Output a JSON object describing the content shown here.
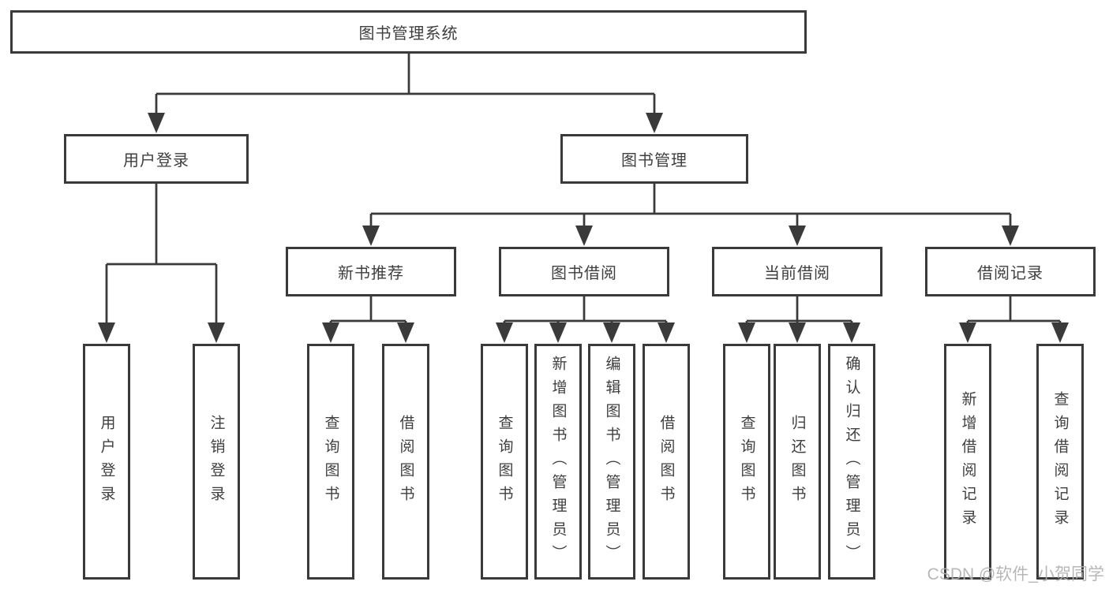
{
  "diagram": {
    "title": "图书管理系统",
    "tree": {
      "root": {
        "label": "图书管理系统"
      },
      "children": [
        {
          "label": "用户登录",
          "children": [
            {
              "label": "用户登录"
            },
            {
              "label": "注销登录"
            }
          ]
        },
        {
          "label": "图书管理",
          "children": [
            {
              "label": "新书推荐",
              "children": [
                {
                  "label": "查询图书"
                },
                {
                  "label": "借阅图书"
                }
              ]
            },
            {
              "label": "图书借阅",
              "children": [
                {
                  "label": "查询图书"
                },
                {
                  "label": "新增图书（管理员）"
                },
                {
                  "label": "编辑图书（管理员）"
                },
                {
                  "label": "借阅图书"
                }
              ]
            },
            {
              "label": "当前借阅",
              "children": [
                {
                  "label": "查询图书"
                },
                {
                  "label": "归还图书"
                },
                {
                  "label": "确认归还（管理员）"
                }
              ]
            },
            {
              "label": "借阅记录",
              "children": [
                {
                  "label": "新增借阅记录"
                },
                {
                  "label": "查询借阅记录"
                }
              ]
            }
          ]
        }
      ]
    },
    "colors": {
      "line": "#3a3a3a",
      "text": "#3f3f3f",
      "background": "#ffffff",
      "watermark": "#b0b0b0"
    }
  },
  "watermark": "CSDN @软件_小贺同学"
}
